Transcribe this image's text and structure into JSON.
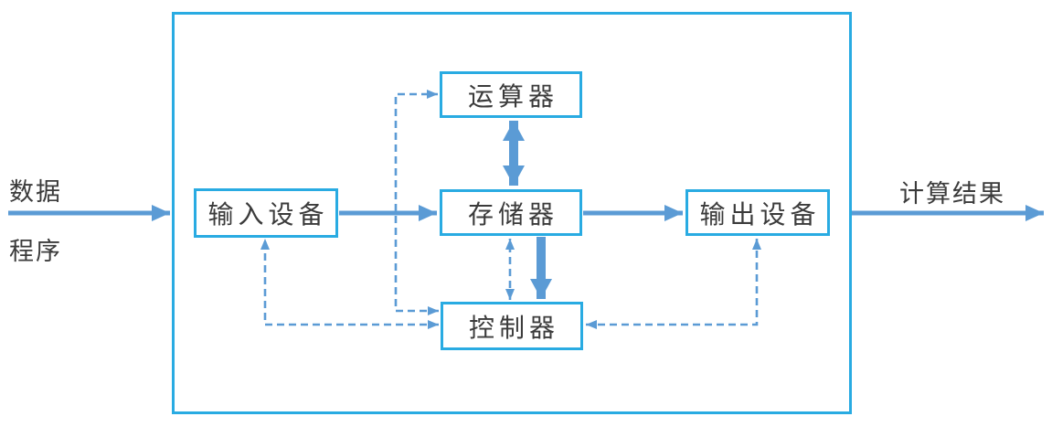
{
  "colors": {
    "box_border": "#29abe2",
    "arrow": "#5b9bd5",
    "text": "#3b3b3b",
    "background": "#ffffff"
  },
  "diagram": {
    "external_inputs": {
      "top": "数据",
      "bottom": "程序"
    },
    "external_output": "计算结果",
    "nodes": {
      "input_device": "输入设备",
      "alu": "运算器",
      "memory": "存储器",
      "controller": "控制器",
      "output_device": "输出设备"
    },
    "edges": [
      {
        "from": "数据/程序",
        "to": "输入设备",
        "style": "solid",
        "direction": "forward"
      },
      {
        "from": "输入设备",
        "to": "存储器",
        "style": "solid",
        "direction": "forward"
      },
      {
        "from": "存储器",
        "to": "输出设备",
        "style": "solid",
        "direction": "forward"
      },
      {
        "from": "输出设备",
        "to": "计算结果",
        "style": "solid",
        "direction": "forward"
      },
      {
        "from": "运算器",
        "to": "存储器",
        "style": "solid-thick",
        "direction": "both"
      },
      {
        "from": "存储器",
        "to": "控制器",
        "style": "solid-thick",
        "direction": "forward"
      },
      {
        "from": "控制器",
        "to": "运算器",
        "style": "dashed",
        "direction": "both"
      },
      {
        "from": "控制器",
        "to": "输入设备",
        "style": "dashed",
        "direction": "both"
      },
      {
        "from": "控制器",
        "to": "存储器",
        "style": "dashed",
        "direction": "both"
      },
      {
        "from": "控制器",
        "to": "输出设备",
        "style": "dashed",
        "direction": "both"
      }
    ]
  }
}
